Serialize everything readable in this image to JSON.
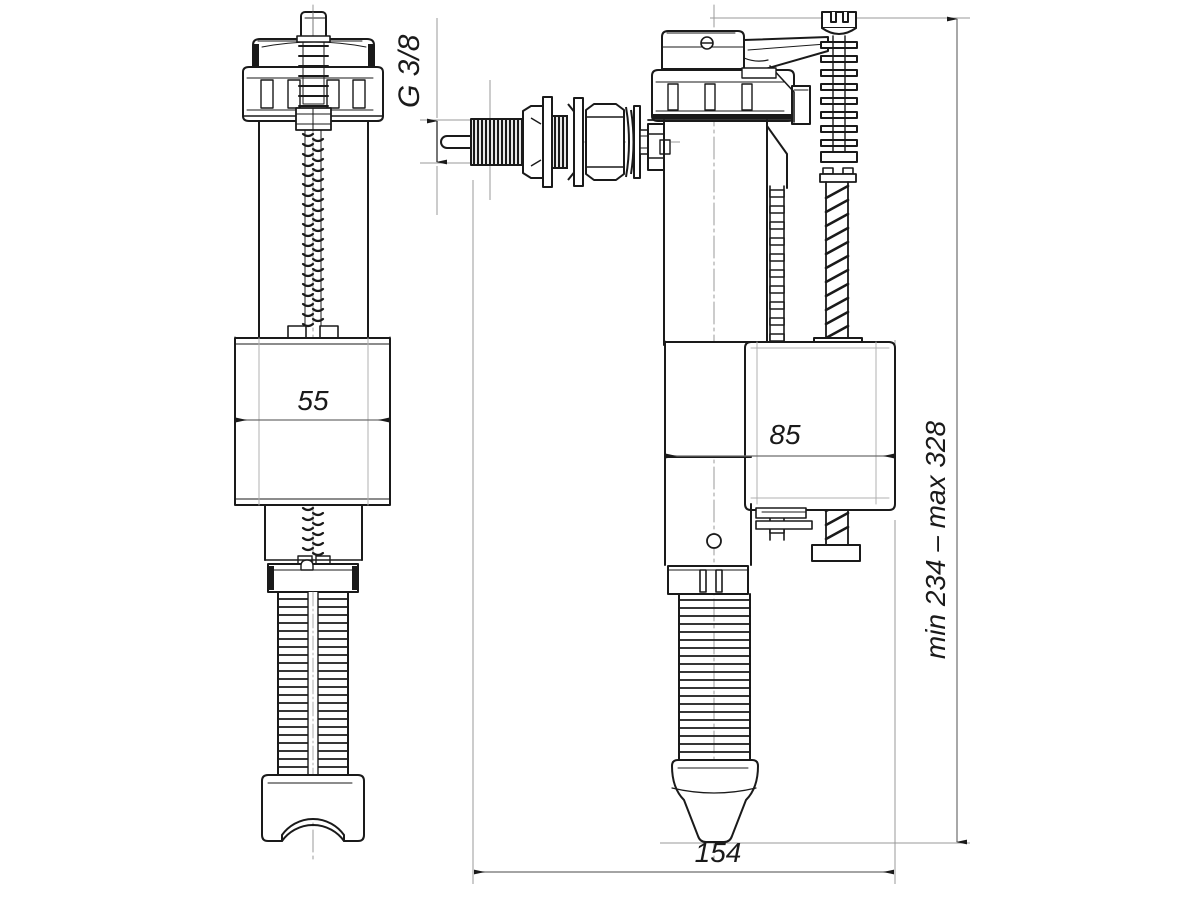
{
  "drawing": {
    "title": "Toilet fill valve assembly drawing",
    "background_color": "#ffffff",
    "line_color": "#1a1a1a",
    "dimension_line_color": "#8c8c8c",
    "views": [
      {
        "name": "front-view",
        "label": ""
      },
      {
        "name": "side-view",
        "label": ""
      }
    ]
  },
  "dimensions": {
    "thread": {
      "name": "thread-callout",
      "value": "G 3/8",
      "orientation": "vertical-rotated"
    },
    "body_width_front": {
      "name": "body-width-front",
      "value": "55",
      "unit": "mm"
    },
    "body_width_side": {
      "name": "body-width-side",
      "value": "85",
      "unit": "mm"
    },
    "total_height": {
      "name": "overall-height",
      "value": "min 234 – max 328",
      "unit": "mm",
      "min": 234,
      "max": 328
    },
    "total_length": {
      "name": "overall-length",
      "value": "154",
      "unit": "mm"
    }
  },
  "chart_data": {
    "type": "table",
    "title": "Toilet fill valve dimensions",
    "categories": [
      "G 3/8",
      "55",
      "85",
      "min 234 – max 328",
      "154"
    ],
    "values": [
      null,
      55,
      85,
      null,
      154
    ],
    "xlabel": "",
    "ylabel": ""
  }
}
